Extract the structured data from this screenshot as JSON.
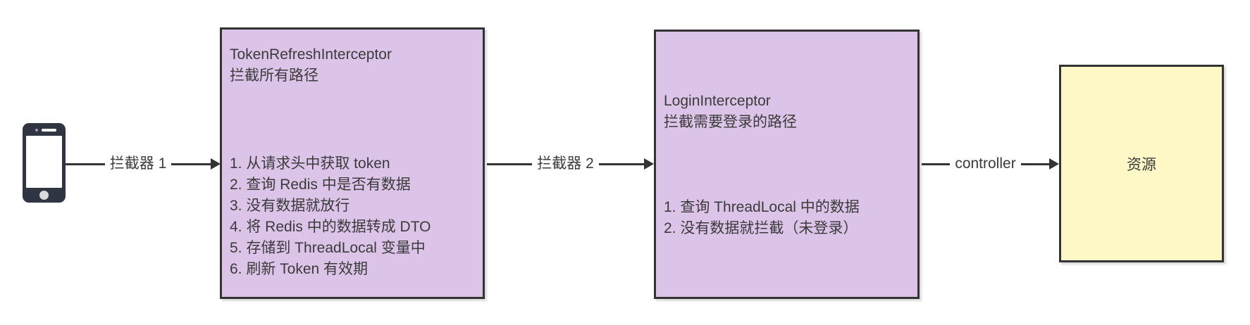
{
  "diagram": {
    "client": {
      "type": "phone-icon"
    },
    "connectors": [
      {
        "label": "拦截器 1"
      },
      {
        "label": "拦截器 2"
      },
      {
        "label": "controller"
      }
    ],
    "boxes": [
      {
        "title": "TokenRefreshInterceptor",
        "subtitle": "拦截所有路径",
        "items": [
          "1. 从请求头中获取 token",
          "2. 查询 Redis 中是否有数据",
          "3. 没有数据就放行",
          "4. 将 Redis 中的数据转成 DTO",
          "5. 存储到 ThreadLocal 变量中",
          "6. 刷新 Token 有效期"
        ]
      },
      {
        "title": "LoginInterceptor",
        "subtitle": "拦截需要登录的路径",
        "items": [
          "1. 查询 ThreadLocal 中的数据",
          "2. 没有数据就拦截（未登录）"
        ]
      },
      {
        "title": "资源"
      }
    ],
    "colors": {
      "box_purple": "#dcc3e8",
      "box_yellow": "#fdf8c5",
      "stroke": "#333333",
      "text": "#3b3b3b",
      "phone_body": "#2f3542"
    }
  }
}
